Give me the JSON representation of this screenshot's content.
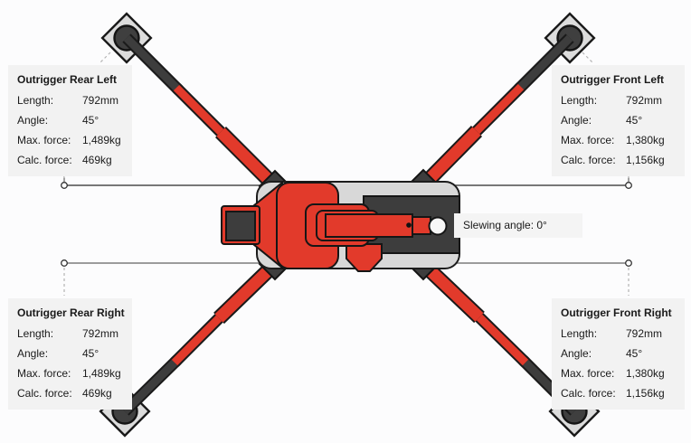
{
  "page": {
    "background": "#fcfcfd"
  },
  "colors": {
    "accent_red": "#e23a2b",
    "machine_dark": "#3d3d3d",
    "machine_light": "#d8d8d8",
    "pad_gray": "#dcdcdc",
    "panel_background": "#f2f2f2",
    "outline": "#1a1a1a",
    "span_line_top": "#4d4d4d",
    "span_line_bottom": "#9c9c9c"
  },
  "slewing": {
    "label": "Slewing angle: 0°"
  },
  "panels": {
    "rear_left": {
      "title": "Outrigger Rear Left",
      "rows": [
        {
          "label": "Length:",
          "value": "792mm"
        },
        {
          "label": "Angle:",
          "value": "45°"
        },
        {
          "label": "Max. force:",
          "value": "1,489kg"
        },
        {
          "label": "Calc. force:",
          "value": "469kg"
        }
      ]
    },
    "front_left": {
      "title": "Outrigger Front Left",
      "rows": [
        {
          "label": "Length:",
          "value": "792mm"
        },
        {
          "label": "Angle:",
          "value": "45°"
        },
        {
          "label": "Max. force:",
          "value": "1,380kg"
        },
        {
          "label": "Calc. force:",
          "value": "1,156kg"
        }
      ]
    },
    "rear_right": {
      "title": "Outrigger Rear Right",
      "rows": [
        {
          "label": "Length:",
          "value": "792mm"
        },
        {
          "label": "Angle:",
          "value": "45°"
        },
        {
          "label": "Max. force:",
          "value": "1,489kg"
        },
        {
          "label": "Calc. force:",
          "value": "469kg"
        }
      ]
    },
    "front_right": {
      "title": "Outrigger Front Right",
      "rows": [
        {
          "label": "Length:",
          "value": "792mm"
        },
        {
          "label": "Angle:",
          "value": "45°"
        },
        {
          "label": "Max. force:",
          "value": "1,380kg"
        },
        {
          "label": "Calc. force:",
          "value": "1,156kg"
        }
      ]
    }
  }
}
